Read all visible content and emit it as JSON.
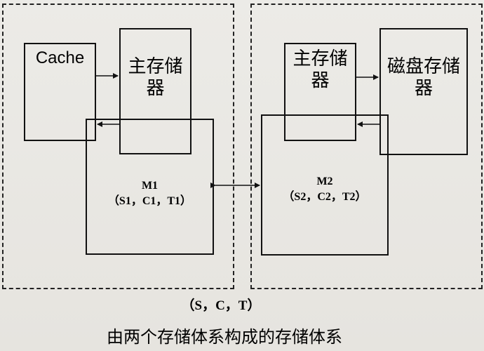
{
  "system1": {
    "cache_label": "Cache",
    "main_memory_label": "主存储\n器",
    "m1_name": "M1",
    "m1_params": "（S1，C1，T1）"
  },
  "system2": {
    "main_memory_label": "主存储\n器",
    "disk_label": "磁盘存储\n器",
    "m2_name": "M2",
    "m2_params": "（S2，C2，T2）"
  },
  "combined_params": "（S，C，T）",
  "caption": "由两个存储体系构成的存储体系"
}
